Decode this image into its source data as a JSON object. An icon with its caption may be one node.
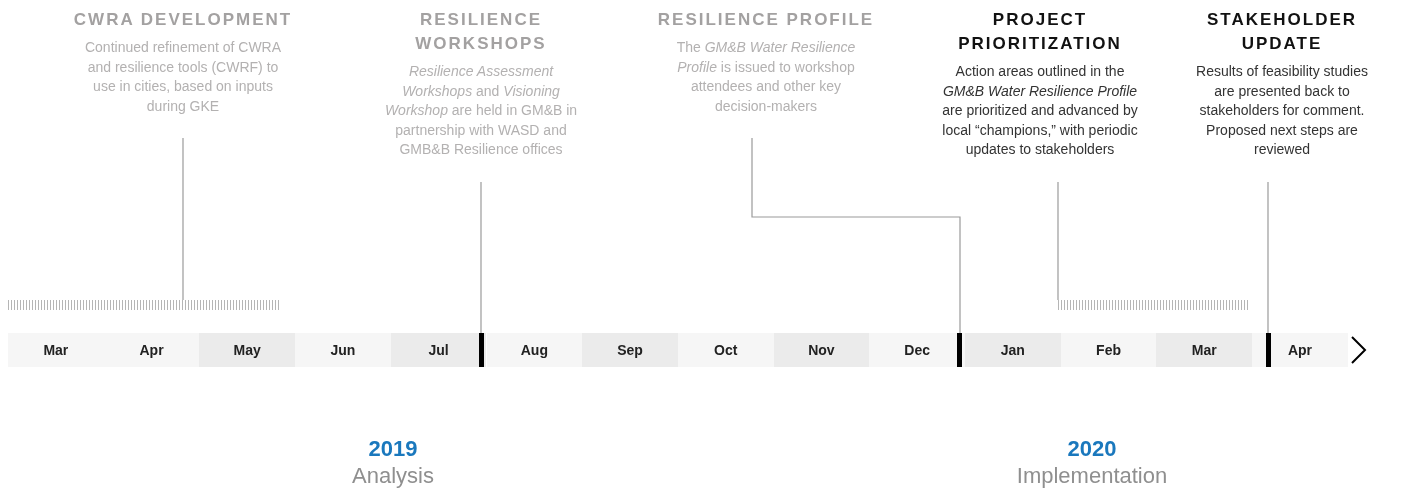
{
  "diagram": {
    "nodes": [
      {
        "text": [
          "CWRA DEVELOPMENT",
          "Continued refinement of CWRA and resilience tools (CWRF) to use in cities, based on inputs during GKE"
        ]
      },
      {
        "text": [
          "RESILIENCE WORKSHOPS",
          "*Resilience Assessment Workshops* and *Visioning Workshop* are held in GM&B in partnership with WASD and GMB&B Resilience offices"
        ]
      },
      {
        "text": [
          "RESILIENCE PROFILE",
          "The *GM&B Water Resilience Profile* is issued to workshop attendees and other key decision-makers"
        ]
      },
      {
        "text": [
          "PROJECT PRIORITIZATION",
          "Action areas outlined in the *GM&B Water Resilience Profile* are prioritized and advanced by local “champions,” with periodic updates to stakeholders"
        ]
      },
      {
        "text": [
          "STAKEHOLDER UPDATE",
          "Results of feasibility studies are presented back to stakeholders for comment. Proposed next steps are reviewed"
        ]
      },
      {
        "text": [],
        "shape": "bar"
      },
      {
        "text": [],
        "shape": "bar"
      },
      {
        "text": [],
        "shape": "bar"
      },
      {
        "text": [],
        "shape": "bar"
      },
      {
        "text": [],
        "shape": "bar"
      }
    ],
    "edges": [
      {
        "from": 0,
        "to": 5,
        "arrow": "none"
      },
      {
        "from": 1,
        "to": 6,
        "arrow": "none"
      },
      {
        "from": 2,
        "to": 7,
        "arrow": "none"
      },
      {
        "from": 3,
        "to": 8,
        "arrow": "none"
      },
      {
        "from": 4,
        "to": 9,
        "arrow": "none"
      }
    ],
    "labels": [
      "Mar",
      "Apr",
      "May",
      "Jun",
      "Jul",
      "Aug",
      "Sep",
      "Oct",
      "Nov",
      "Dec",
      "Jan",
      "Feb",
      "Mar",
      "Apr",
      "2019",
      "Analysis",
      "2020",
      "Implementation"
    ]
  }
}
